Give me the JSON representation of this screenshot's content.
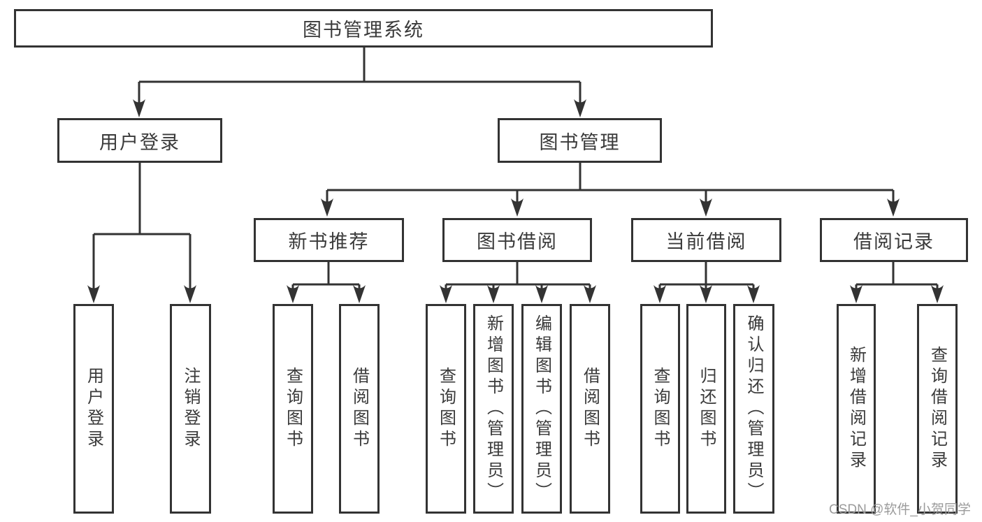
{
  "diagram": {
    "root_label": "图书管理系统",
    "nodes": {
      "user_login": "用户登录",
      "book_management": "图书管理",
      "new_book_recommend": "新书推荐",
      "book_borrow": "图书借阅",
      "current_borrow": "当前借阅",
      "borrow_records": "借阅记录"
    },
    "leaves": {
      "user_login": [
        "用户登录",
        "注销登录"
      ],
      "new_book_recommend": [
        "查询图书",
        "借阅图书"
      ],
      "book_borrow": [
        "查询图书",
        "新增图书（管理员）",
        "编辑图书（管理员）",
        "借阅图书"
      ],
      "current_borrow": [
        "查询图书",
        "归还图书",
        "确认归还（管理员）"
      ],
      "borrow_records": [
        "新增借阅记录",
        "查询借阅记录"
      ]
    },
    "line_color": "#333333",
    "text_color": "#3a3a3a"
  },
  "watermark": {
    "text": "CSDN @软件_小贺同学",
    "color": "#9b9b9b"
  }
}
